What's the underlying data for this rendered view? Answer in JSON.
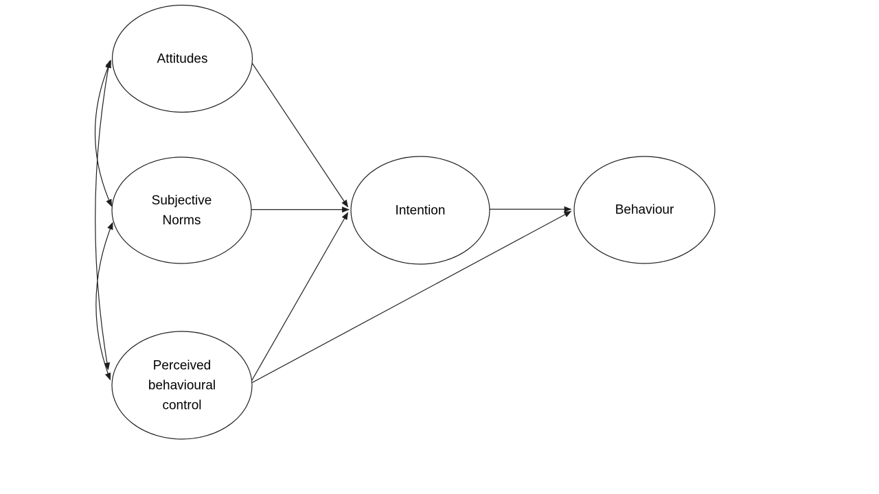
{
  "diagram": {
    "name": "theory-of-planned-behaviour",
    "nodes": [
      {
        "id": "attitudes",
        "label": "Attitudes"
      },
      {
        "id": "subjective-norms",
        "label": "Subjective\nNorms"
      },
      {
        "id": "perceived-behavioural-control",
        "label": "Perceived\nbehavioural\ncontrol"
      },
      {
        "id": "intention",
        "label": "Intention"
      },
      {
        "id": "behaviour",
        "label": "Behaviour"
      }
    ],
    "edges": [
      {
        "from": "Attitudes",
        "to": "Intention",
        "style": "straight",
        "direction": "one-way"
      },
      {
        "from": "Subjective Norms",
        "to": "Intention",
        "style": "straight",
        "direction": "one-way"
      },
      {
        "from": "Perceived behavioural control",
        "to": "Intention",
        "style": "straight",
        "direction": "one-way"
      },
      {
        "from": "Perceived behavioural control",
        "to": "Behaviour",
        "style": "straight",
        "direction": "one-way"
      },
      {
        "from": "Intention",
        "to": "Behaviour",
        "style": "straight",
        "direction": "one-way"
      },
      {
        "from": "Attitudes",
        "to": "Subjective Norms",
        "style": "curved",
        "direction": "two-way"
      },
      {
        "from": "Attitudes",
        "to": "Perceived behavioural control",
        "style": "curved",
        "direction": "two-way"
      },
      {
        "from": "Subjective Norms",
        "to": "Perceived behavioural control",
        "style": "curved",
        "direction": "two-way"
      }
    ],
    "colors": {
      "stroke": "#1f1f1f",
      "text": "#000000",
      "node_fill": "#ffffff",
      "background": "#ffffff"
    }
  }
}
